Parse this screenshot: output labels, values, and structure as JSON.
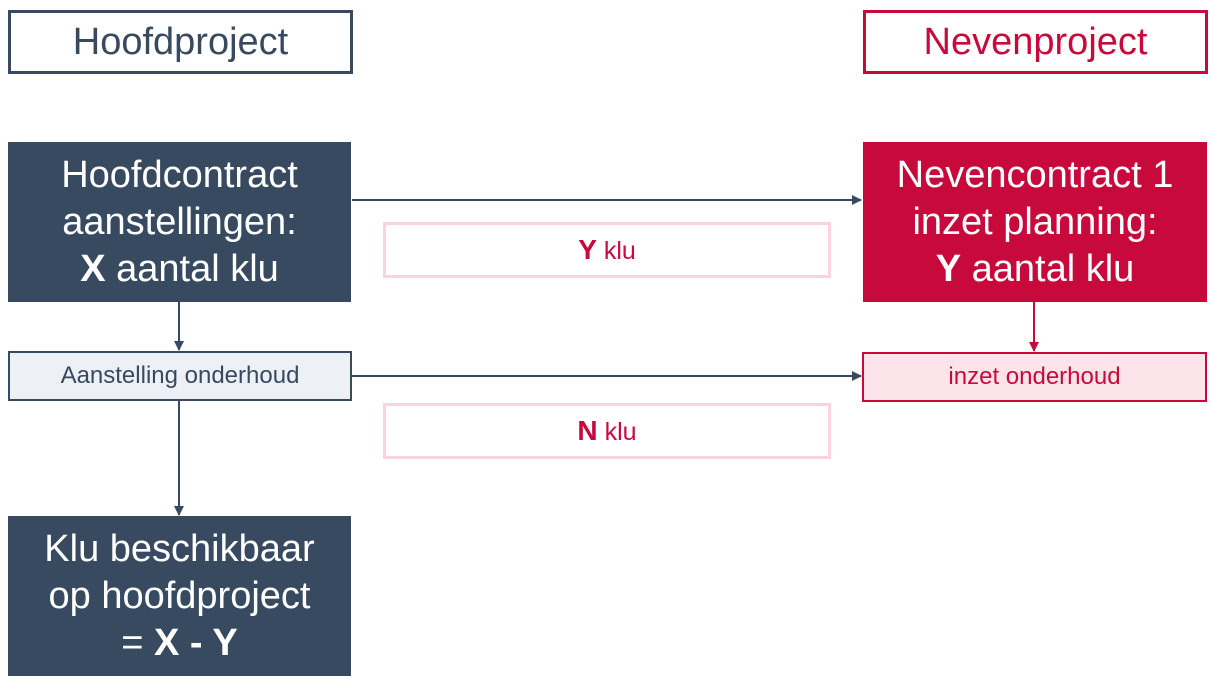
{
  "colors": {
    "dark": "#374a60",
    "red": "#c8093b",
    "light_blue": "#edf1f6",
    "light_pink": "#fde4ea",
    "pink_border": "#fbd3de"
  },
  "main_project": {
    "header": "Hoofdproject",
    "contract": {
      "line1": "Hoofdcontract",
      "line2": "aanstellingen:",
      "var": "X",
      "rest": " aantal klu"
    },
    "maintenance": "Aanstelling onderhoud",
    "available": {
      "line1": "Klu beschikbaar",
      "line2": "op hoofdproject",
      "eq": "= ",
      "formula": "X - Y"
    }
  },
  "side_project": {
    "header": "Nevenproject",
    "contract": {
      "line1": "Nevencontract 1",
      "line2": "inzet planning:",
      "var": "Y",
      "rest": " aantal klu"
    },
    "maintenance": "inzet onderhoud"
  },
  "transfers": {
    "contract": {
      "var": "Y",
      "unit": " klu"
    },
    "maintenance": {
      "var": "N",
      "unit": " klu"
    }
  }
}
